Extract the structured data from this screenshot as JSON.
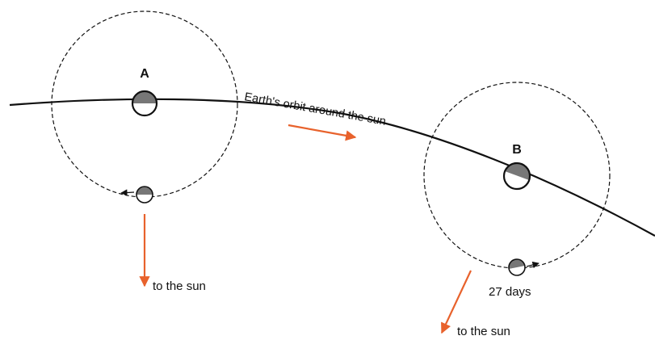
{
  "labels": {
    "point_a": "A",
    "point_b": "B",
    "orbit": "Earth's orbit around the sun",
    "sun_direction_a": "to the sun",
    "sun_direction_b": "to the sun",
    "period": "27 days"
  },
  "colors": {
    "line": "#111111",
    "arrow": "#e8622c",
    "shade": "#777777",
    "fill": "#ffffff"
  }
}
